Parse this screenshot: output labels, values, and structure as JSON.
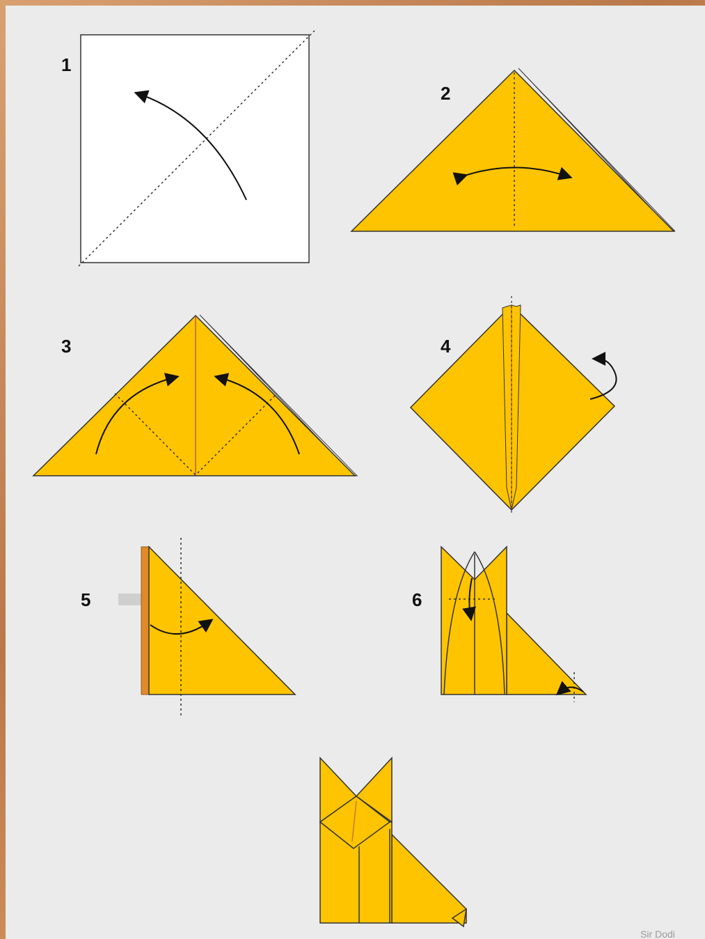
{
  "title": "",
  "paper_color": "#FFC400",
  "outline_color": "#333333",
  "crease_color": "#C77A2E",
  "background_color": "#EBEBEB",
  "steps": [
    {
      "number": "1",
      "description": ""
    },
    {
      "number": "2",
      "description": ""
    },
    {
      "number": "3",
      "description": ""
    },
    {
      "number": "4",
      "description": ""
    },
    {
      "number": "5",
      "description": ""
    },
    {
      "number": "6",
      "description": ""
    }
  ],
  "credit": "Sir Dodi"
}
